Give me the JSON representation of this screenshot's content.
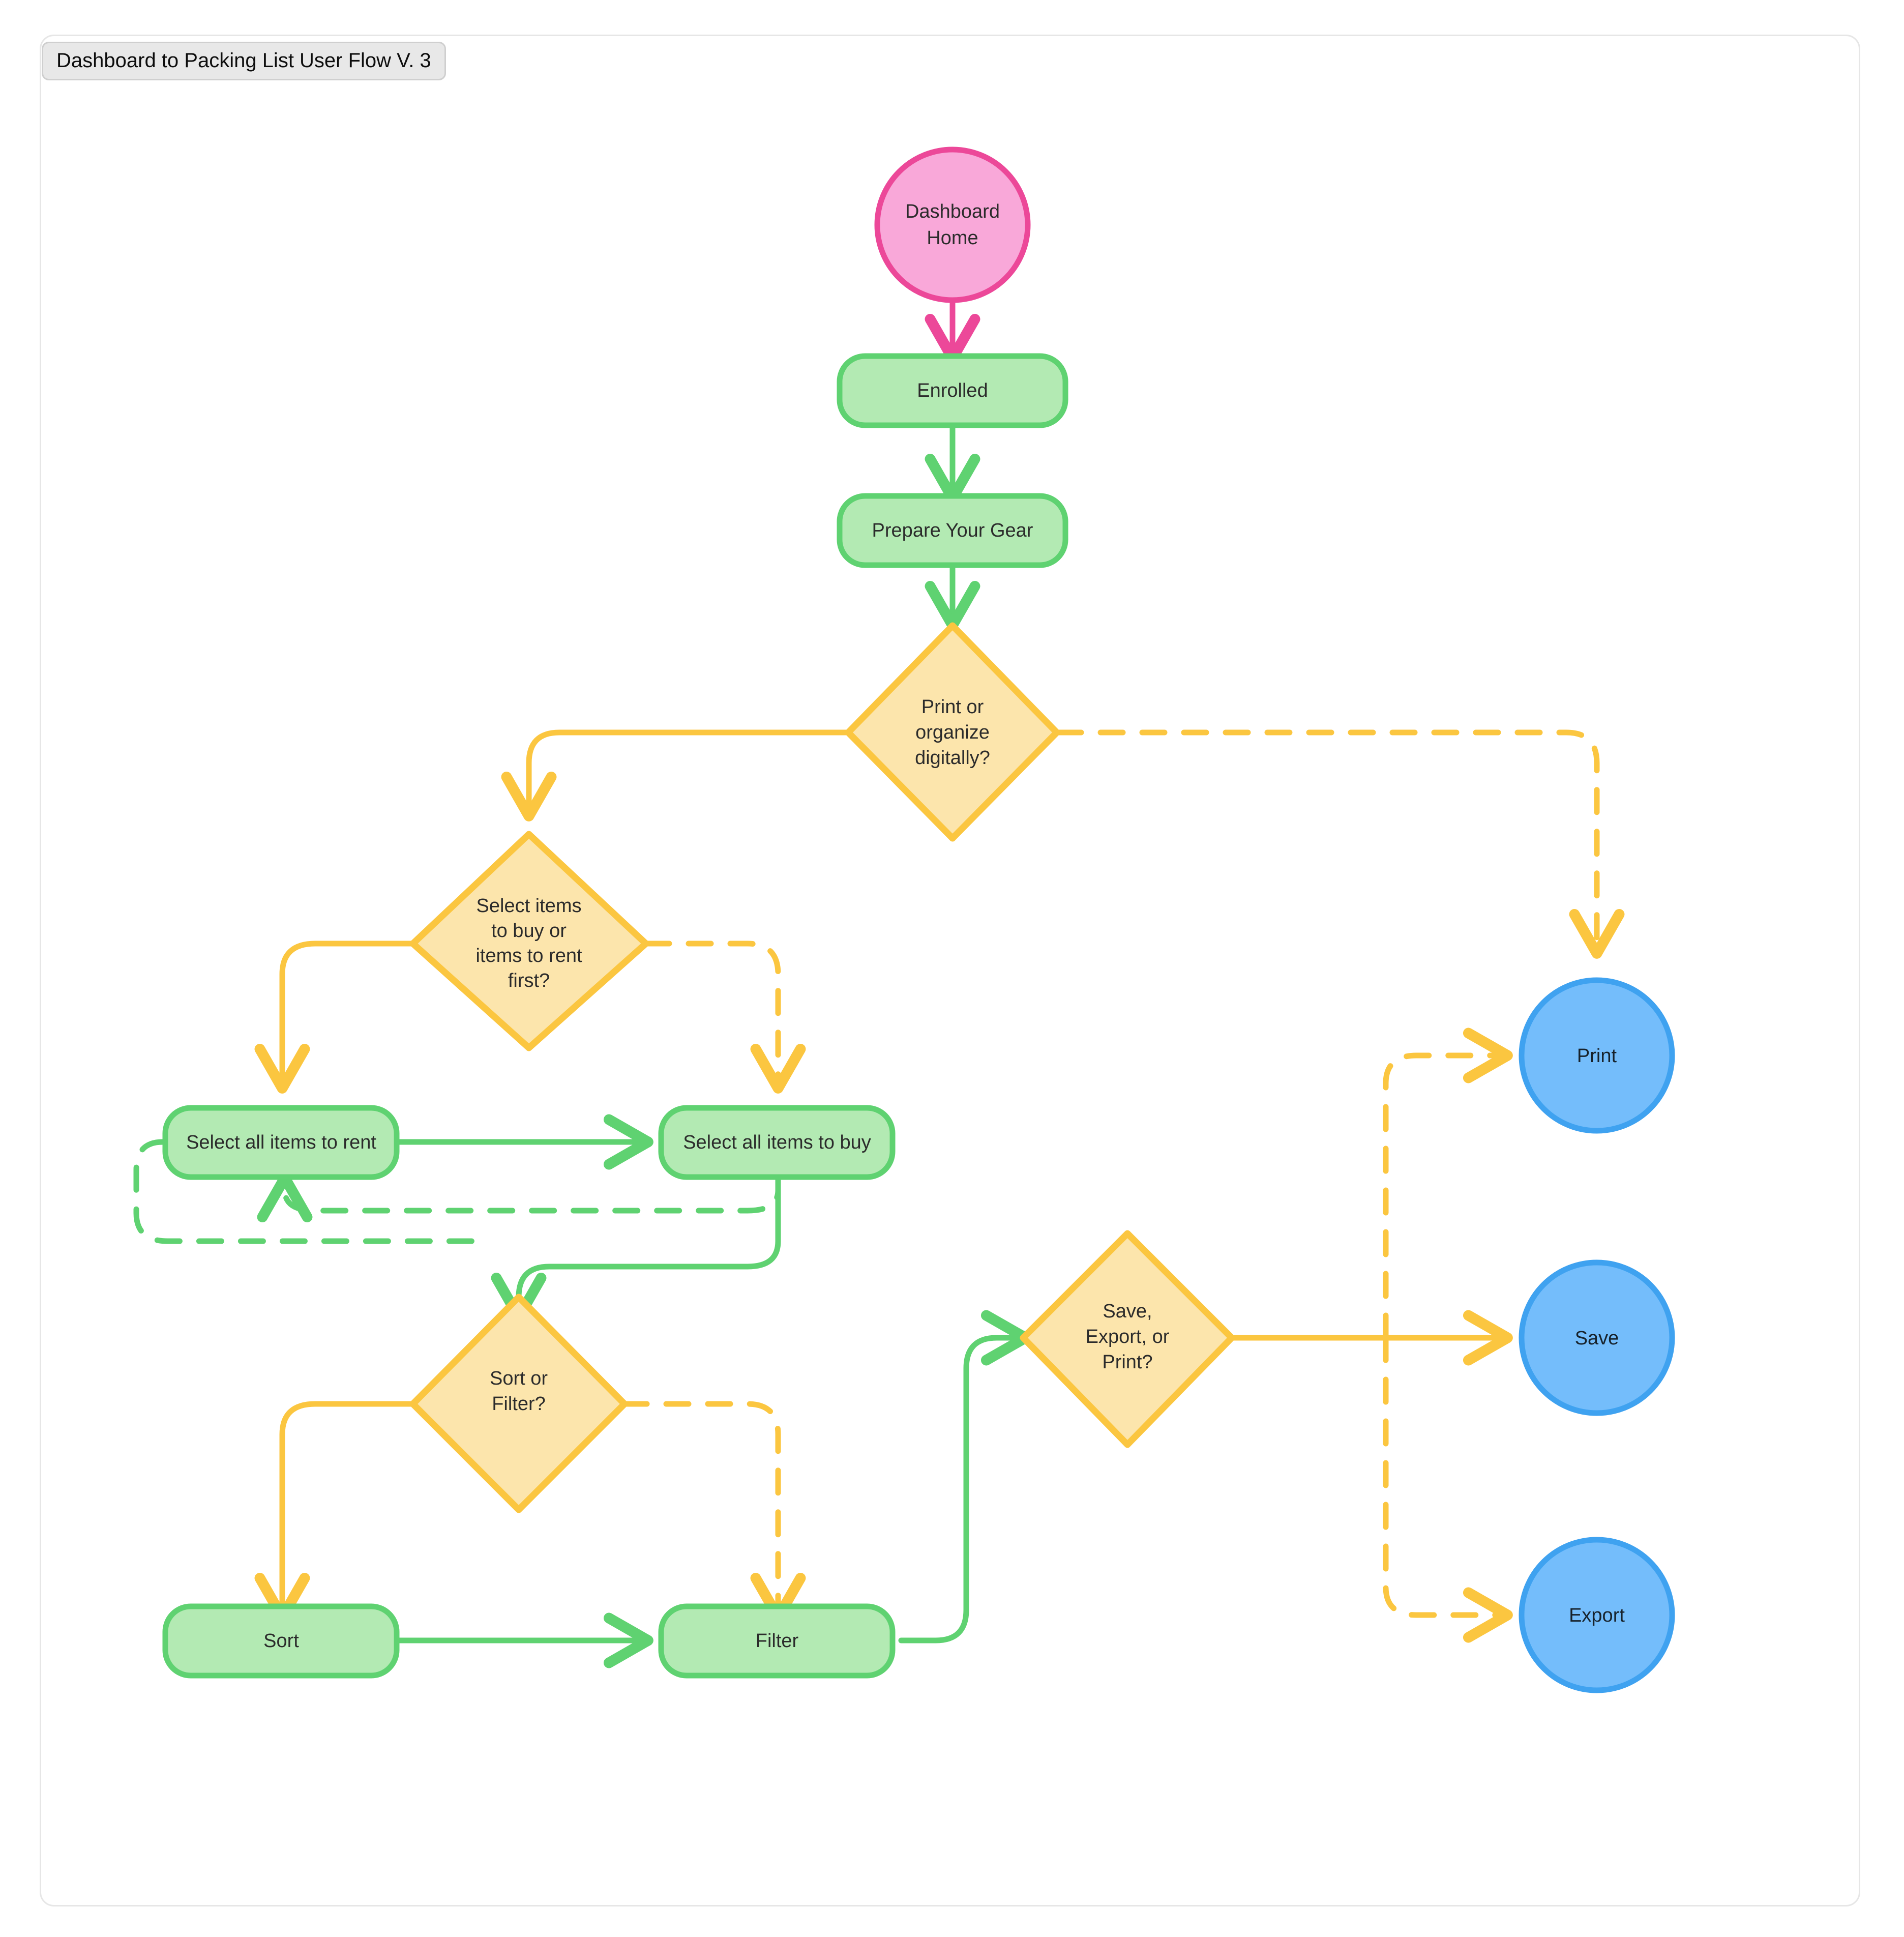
{
  "diagram": {
    "title": "Dashboard to Packing List User Flow V. 3",
    "type": "flowchart",
    "colors": {
      "start_fill": "#f9a8d9",
      "start_stroke": "#ec4899",
      "process_fill": "#b3eab3",
      "process_stroke": "#5fd271",
      "decision_fill": "#fce5ac",
      "decision_stroke": "#fbc640",
      "terminal_fill": "#74bdfb",
      "terminal_stroke": "#3fa2f0",
      "canvas_border": "#e6e6e6",
      "tab_fill": "#e8e8e8"
    },
    "nodes": [
      {
        "id": "dashboard-home",
        "label": "Dashboard Home",
        "shape": "circle",
        "role": "start"
      },
      {
        "id": "enrolled",
        "label": "Enrolled",
        "shape": "rounded-rect",
        "role": "process"
      },
      {
        "id": "prepare-your-gear",
        "label": "Prepare Your Gear",
        "shape": "rounded-rect",
        "role": "process"
      },
      {
        "id": "print-or-organize",
        "label": "Print or organize digitally?",
        "shape": "diamond",
        "role": "decision"
      },
      {
        "id": "select-buy-or-rent-first",
        "label": "Select items to buy or items to rent first?",
        "shape": "diamond",
        "role": "decision"
      },
      {
        "id": "select-all-items-to-rent",
        "label": "Select all items to rent",
        "shape": "rounded-rect",
        "role": "process"
      },
      {
        "id": "select-all-items-to-buy",
        "label": "Select all items to buy",
        "shape": "rounded-rect",
        "role": "process"
      },
      {
        "id": "sort-or-filter",
        "label": "Sort or Filter?",
        "shape": "diamond",
        "role": "decision"
      },
      {
        "id": "sort",
        "label": "Sort",
        "shape": "rounded-rect",
        "role": "process"
      },
      {
        "id": "filter",
        "label": "Filter",
        "shape": "rounded-rect",
        "role": "process"
      },
      {
        "id": "save-export-or-print",
        "label": "Save, Export, or Print?",
        "shape": "diamond",
        "role": "decision"
      },
      {
        "id": "print",
        "label": "Print",
        "shape": "circle",
        "role": "terminal"
      },
      {
        "id": "save",
        "label": "Save",
        "shape": "circle",
        "role": "terminal"
      },
      {
        "id": "export",
        "label": "Export",
        "shape": "circle",
        "role": "terminal"
      }
    ],
    "node_text": {
      "dashboard_home_line1": "Dashboard",
      "dashboard_home_line2": "Home",
      "enrolled": "Enrolled",
      "prepare_your_gear": "Prepare Your Gear",
      "print_or_organize_line1": "Print or",
      "print_or_organize_line2": "organize",
      "print_or_organize_line3": "digitally?",
      "select_first_line1": "Select items",
      "select_first_line2": "to buy or",
      "select_first_line3": "items to rent",
      "select_first_line4": "first?",
      "select_all_items_to_rent": "Select all items to rent",
      "select_all_items_to_buy": "Select all items to buy",
      "sort_or_filter_line1": "Sort or",
      "sort_or_filter_line2": "Filter?",
      "sort": "Sort",
      "filter": "Filter",
      "save_export_print_line1": "Save,",
      "save_export_print_line2": "Export, or",
      "save_export_print_line3": "Print?",
      "print": "Print",
      "save": "Save",
      "export": "Export"
    },
    "edges": [
      {
        "from": "dashboard-home",
        "to": "enrolled",
        "style": "solid",
        "color": "#ec4899"
      },
      {
        "from": "enrolled",
        "to": "prepare-your-gear",
        "style": "solid",
        "color": "#5fd271"
      },
      {
        "from": "prepare-your-gear",
        "to": "print-or-organize",
        "style": "solid",
        "color": "#5fd271"
      },
      {
        "from": "print-or-organize",
        "to": "select-buy-or-rent-first",
        "style": "solid",
        "color": "#fbc640"
      },
      {
        "from": "print-or-organize",
        "to": "print",
        "style": "dashed",
        "color": "#fbc640"
      },
      {
        "from": "select-buy-or-rent-first",
        "to": "select-all-items-to-rent",
        "style": "solid",
        "color": "#fbc640"
      },
      {
        "from": "select-buy-or-rent-first",
        "to": "select-all-items-to-buy",
        "style": "dashed",
        "color": "#fbc640"
      },
      {
        "from": "select-all-items-to-rent",
        "to": "select-all-items-to-buy",
        "style": "solid",
        "color": "#5fd271"
      },
      {
        "from": "select-all-items-to-buy",
        "to": "select-all-items-to-rent",
        "style": "dashed",
        "color": "#5fd271"
      },
      {
        "from": "select-all-items-to-buy",
        "to": "sort-or-filter",
        "style": "solid",
        "color": "#5fd271"
      },
      {
        "from": "select-all-items-to-rent",
        "to": "sort-or-filter",
        "style": "dashed",
        "color": "#5fd271"
      },
      {
        "from": "sort-or-filter",
        "to": "sort",
        "style": "solid",
        "color": "#fbc640"
      },
      {
        "from": "sort-or-filter",
        "to": "filter",
        "style": "dashed",
        "color": "#fbc640"
      },
      {
        "from": "sort",
        "to": "filter",
        "style": "solid",
        "color": "#5fd271"
      },
      {
        "from": "filter",
        "to": "save-export-or-print",
        "style": "solid",
        "color": "#5fd271"
      },
      {
        "from": "save-export-or-print",
        "to": "save",
        "style": "solid",
        "color": "#fbc640"
      },
      {
        "from": "save-export-or-print",
        "to": "print",
        "style": "dashed",
        "color": "#fbc640"
      },
      {
        "from": "save-export-or-print",
        "to": "export",
        "style": "dashed",
        "color": "#fbc640"
      }
    ]
  }
}
